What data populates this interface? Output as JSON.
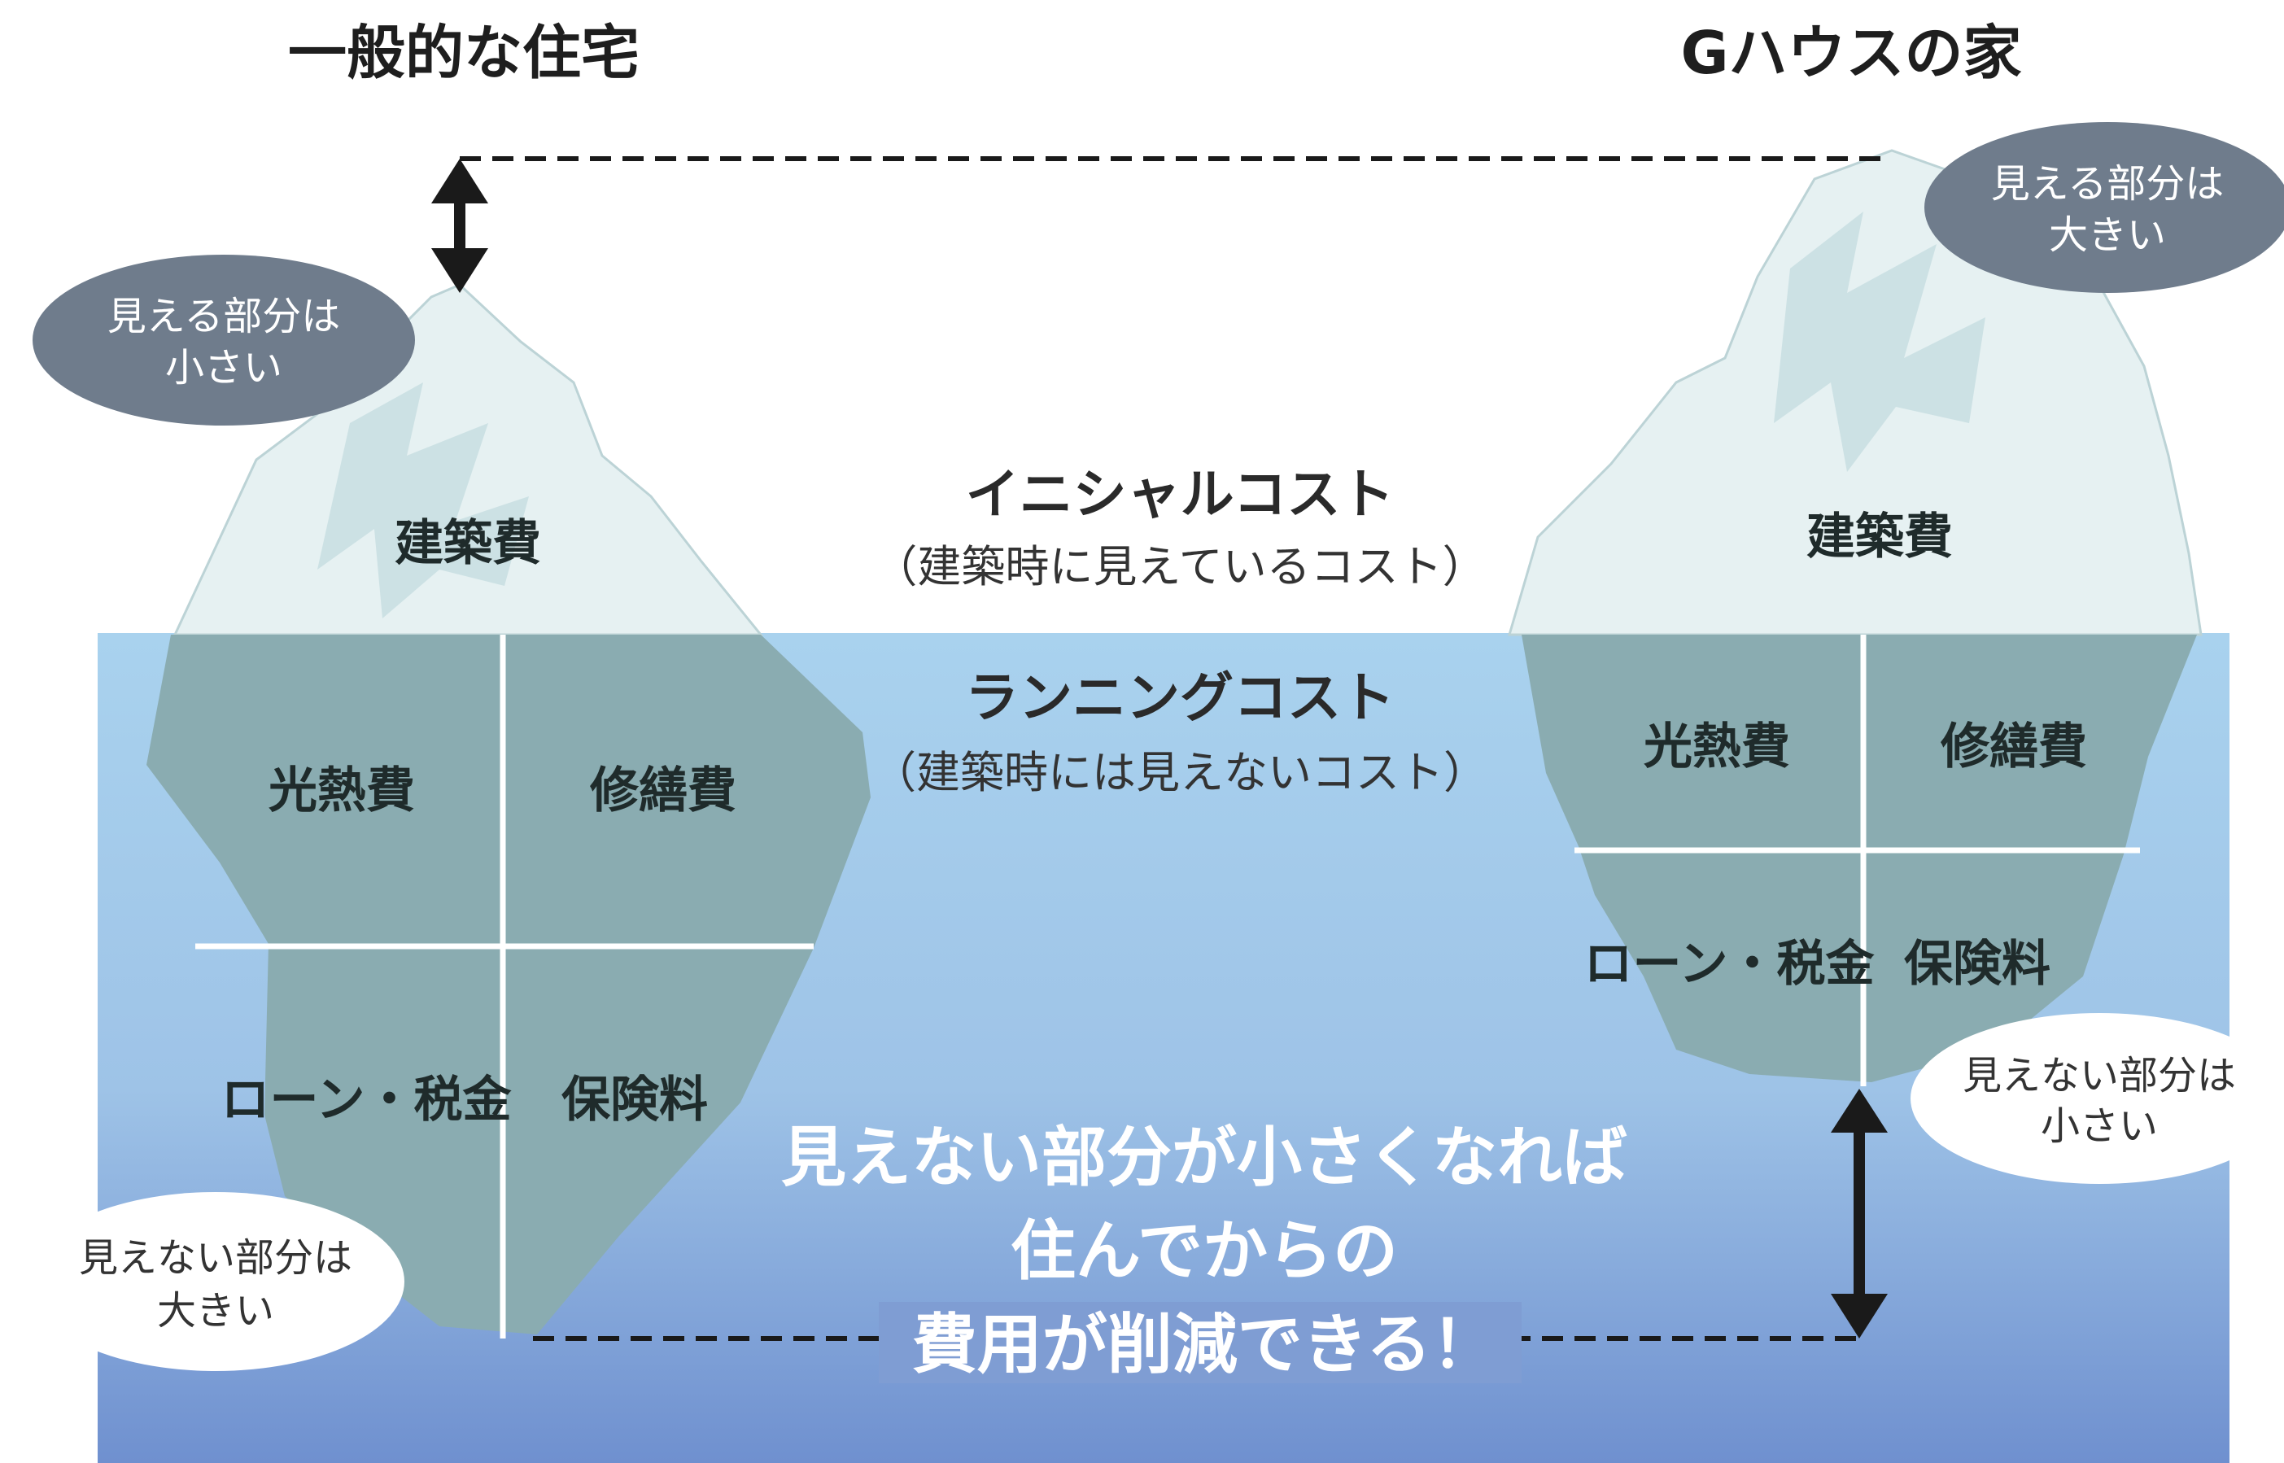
{
  "left": {
    "title": "一般的な住宅",
    "tip_label": "建築費",
    "cells": [
      "光熱費",
      "修繕費",
      "ローン・税金",
      "保険料"
    ],
    "visible_bubble": [
      "見える部分は",
      "小さい"
    ],
    "hidden_bubble": [
      "見えない部分は",
      "大きい"
    ]
  },
  "right": {
    "title": "Gハウスの家",
    "tip_label": "建築費",
    "cells": [
      "光熱費",
      "修繕費",
      "ローン・税金",
      "保険料"
    ],
    "visible_bubble": [
      "見える部分は",
      "大きい"
    ],
    "hidden_bubble": [
      "見えない部分は",
      "小さい"
    ]
  },
  "initial_cost": {
    "title": "イニシャルコスト",
    "subtitle": "（建築時に見えているコスト）"
  },
  "running_cost": {
    "title": "ランニングコスト",
    "subtitle": "（建築時には見えないコスト）"
  },
  "message": [
    "見えない部分が小さくなれば",
    "住んでからの",
    "費用が削減できる！"
  ],
  "colors": {
    "water_top": "#a9d2ee",
    "water_bottom": "#6f90cf",
    "ice": "#e6f1f2",
    "ice_shadow": "#c9dfe2",
    "underwater": "#8aacb1",
    "dark_bubble": "#6f7c8c",
    "light_bubble": "#ffffff"
  }
}
